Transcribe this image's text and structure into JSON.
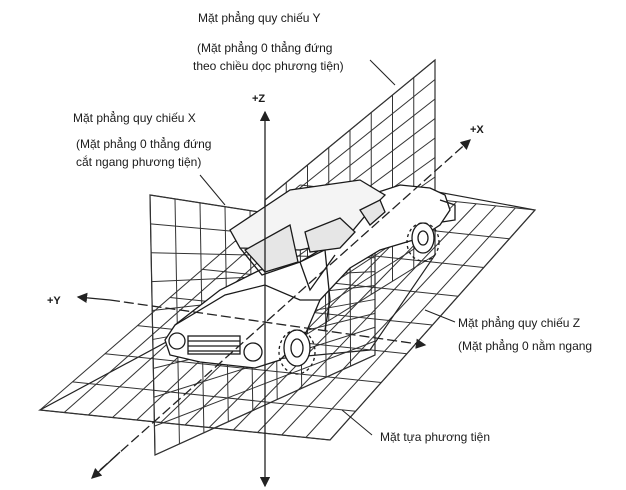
{
  "labels": {
    "plane_y_title": "Mặt phẳng quy chiếu Y",
    "plane_y_desc_1": "(Mặt phẳng 0 thẳng đứng",
    "plane_y_desc_2": "theo chiều dọc phương tiện)",
    "plane_x_title": "Mặt phẳng quy chiếu X",
    "plane_x_desc_1": "(Mặt phẳng 0 thẳng đứng",
    "plane_x_desc_2": "cắt ngang phương tiện)",
    "plane_z_title": "Mặt phẳng quy chiếu Z",
    "plane_z_desc": "(Mặt phẳng 0 nằm ngang",
    "support_plane": "Mặt tựa phương tiện"
  },
  "axes": {
    "z": "+Z",
    "x": "+X",
    "y": "+Y"
  }
}
